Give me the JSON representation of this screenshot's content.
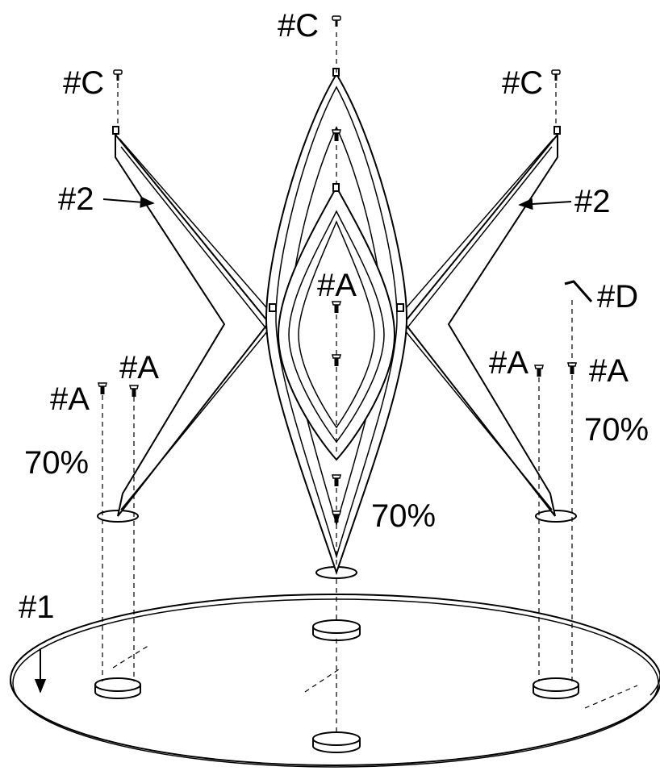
{
  "labels": {
    "c_top": "#C",
    "c_left": "#C",
    "c_right": "#C",
    "leg_left": "#2",
    "leg_right": "#2",
    "a_center": "#A",
    "a_left_inner": "#A",
    "a_left_outer": "#A",
    "a_right_inner": "#A",
    "a_right_outer": "#A",
    "d_tool": "#D",
    "pct_left": "70%",
    "pct_center": "70%",
    "pct_right": "70%",
    "top_part": "#1"
  },
  "colors": {
    "line": "#000000",
    "background": "#ffffff"
  },
  "icons": {
    "d_tool": "allen-key-icon",
    "c_part": "cap-screw-icon",
    "a_part": "flat-head-screw-icon"
  }
}
